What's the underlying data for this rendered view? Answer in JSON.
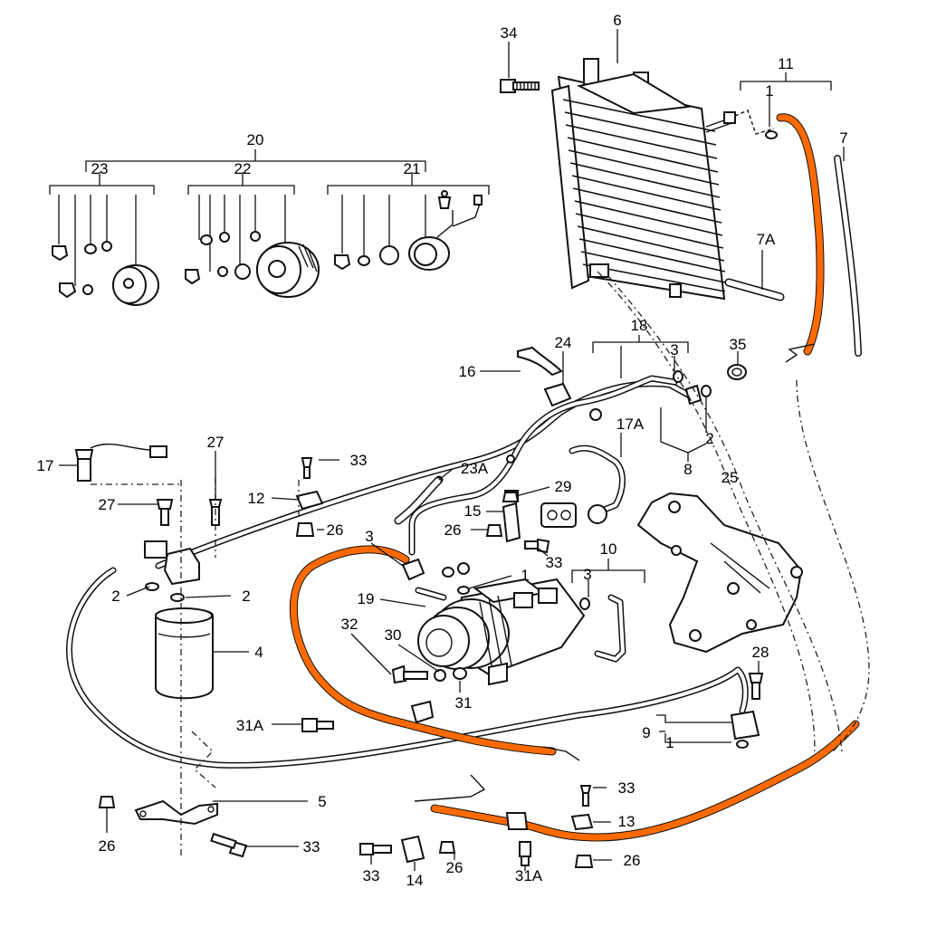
{
  "diagram": {
    "callouts": [
      {
        "id": "34",
        "text": "34"
      },
      {
        "id": "6",
        "text": "6"
      },
      {
        "id": "11",
        "text": "11"
      },
      {
        "id": "1a",
        "text": "1"
      },
      {
        "id": "7",
        "text": "7"
      },
      {
        "id": "7A",
        "text": "7A"
      },
      {
        "id": "20",
        "text": "20"
      },
      {
        "id": "23",
        "text": "23"
      },
      {
        "id": "22",
        "text": "22"
      },
      {
        "id": "21",
        "text": "21"
      },
      {
        "id": "18",
        "text": "18"
      },
      {
        "id": "24",
        "text": "24"
      },
      {
        "id": "3a",
        "text": "3"
      },
      {
        "id": "35",
        "text": "35"
      },
      {
        "id": "16",
        "text": "16"
      },
      {
        "id": "2a",
        "text": "2"
      },
      {
        "id": "17A",
        "text": "17A"
      },
      {
        "id": "8",
        "text": "8"
      },
      {
        "id": "17",
        "text": "17"
      },
      {
        "id": "27a",
        "text": "27"
      },
      {
        "id": "27b",
        "text": "27"
      },
      {
        "id": "33a",
        "text": "33"
      },
      {
        "id": "23A",
        "text": "23A"
      },
      {
        "id": "25",
        "text": "25"
      },
      {
        "id": "12",
        "text": "12"
      },
      {
        "id": "26a",
        "text": "26"
      },
      {
        "id": "29",
        "text": "29"
      },
      {
        "id": "15",
        "text": "15"
      },
      {
        "id": "26b",
        "text": "26"
      },
      {
        "id": "33b",
        "text": "33"
      },
      {
        "id": "3b",
        "text": "3"
      },
      {
        "id": "10",
        "text": "10"
      },
      {
        "id": "1b",
        "text": "1"
      },
      {
        "id": "3c",
        "text": "3"
      },
      {
        "id": "2b",
        "text": "2"
      },
      {
        "id": "2c",
        "text": "2"
      },
      {
        "id": "19",
        "text": "19"
      },
      {
        "id": "4",
        "text": "4"
      },
      {
        "id": "32",
        "text": "32"
      },
      {
        "id": "30",
        "text": "30"
      },
      {
        "id": "31",
        "text": "31"
      },
      {
        "id": "28",
        "text": "28"
      },
      {
        "id": "31Aa",
        "text": "31A"
      },
      {
        "id": "9",
        "text": "9"
      },
      {
        "id": "1c",
        "text": "1"
      },
      {
        "id": "5",
        "text": "5"
      },
      {
        "id": "33c",
        "text": "33"
      },
      {
        "id": "13",
        "text": "13"
      },
      {
        "id": "26c",
        "text": "26"
      },
      {
        "id": "33d",
        "text": "33"
      },
      {
        "id": "33e",
        "text": "33"
      },
      {
        "id": "14",
        "text": "14"
      },
      {
        "id": "26d",
        "text": "26"
      },
      {
        "id": "31Ab",
        "text": "31A"
      },
      {
        "id": "26e",
        "text": "26"
      }
    ]
  },
  "colors": {
    "highlight_hose": "#ff6a00",
    "line": "#111111",
    "background": "#ffffff"
  }
}
